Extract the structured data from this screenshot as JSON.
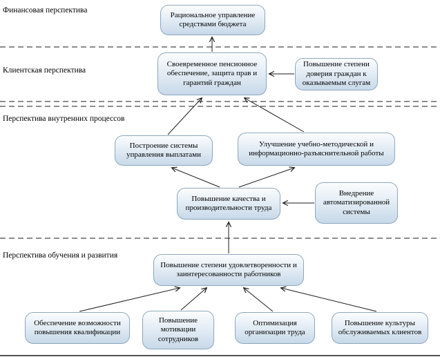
{
  "diagram": {
    "perspectives": [
      {
        "label": "Финансовая перспектива"
      },
      {
        "label": "Клиентская перспектива"
      },
      {
        "label": "Перспектива внутренних процессов"
      },
      {
        "label": "Перспектива обучения и развития"
      }
    ],
    "nodes": [
      {
        "id": "budget",
        "label": "Рациональное управление средствами бюджета"
      },
      {
        "id": "pension",
        "label": "Своевременное пенсионное обеспечение, защита прав и гарантий граждан"
      },
      {
        "id": "trust",
        "label": "Повышение степени доверия граждан к оказываемым слугам"
      },
      {
        "id": "payments",
        "label": "Построение системы управления выплатами"
      },
      {
        "id": "methodical",
        "label": "Улучшение учебно-методической и информационно-разъяснительной работы"
      },
      {
        "id": "quality",
        "label": "Повышение качества и производительности труда"
      },
      {
        "id": "automation",
        "label": "Внедрение автоматизированной системы"
      },
      {
        "id": "satisfaction",
        "label": "Повышение степени удовлетворенности и заинтересованности работников"
      },
      {
        "id": "qualification",
        "label": "Обеспечение возможности повышения квалификации"
      },
      {
        "id": "motivation",
        "label": "Повышение мотивации сотрудников"
      },
      {
        "id": "organization",
        "label": "Оптимизация организации труда"
      },
      {
        "id": "culture",
        "label": "Повышение культуры обслуживаемых клиентов"
      }
    ]
  },
  "style": {
    "node_fill_top": "#fbfdfe",
    "node_fill_mid": "#e4edf5",
    "node_fill_bottom": "#c8d9e9",
    "node_border": "#8ba6bd",
    "text_color": "#000000",
    "line_color": "#1a1a1a"
  }
}
